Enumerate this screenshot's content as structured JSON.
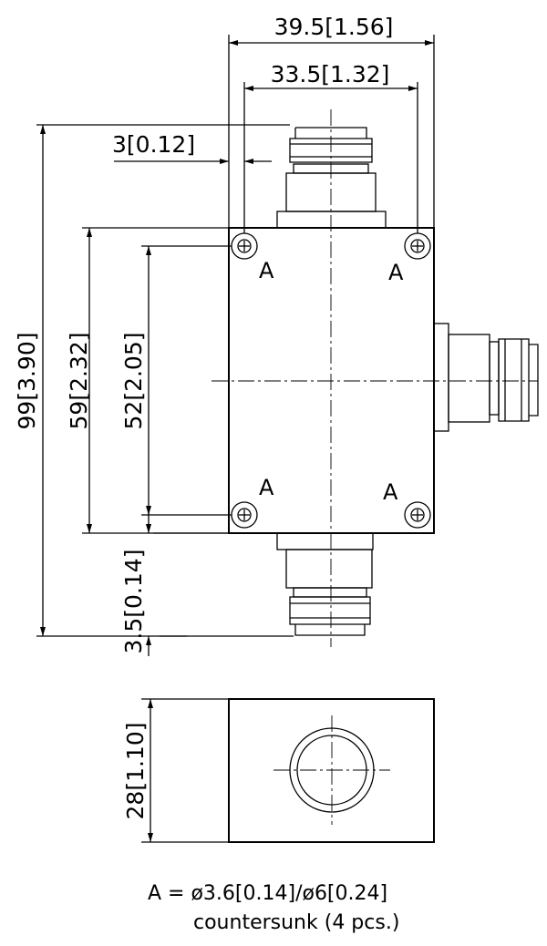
{
  "dimensions": {
    "overall_width": "39.5[1.56]",
    "hole_spacing_width": "33.5[1.32]",
    "hole_edge_offset": "3[0.12]",
    "overall_length": "99[3.90]",
    "body_length": "59[2.32]",
    "hole_spacing_length": "52[2.05]",
    "connector_offset": "3.5[0.14]",
    "body_height": "28[1.10]"
  },
  "hole_label": "A",
  "note": {
    "line1": "A = ø3.6[0.14]/ø6[0.24]",
    "line2": "countersunk (4 pcs.)"
  }
}
